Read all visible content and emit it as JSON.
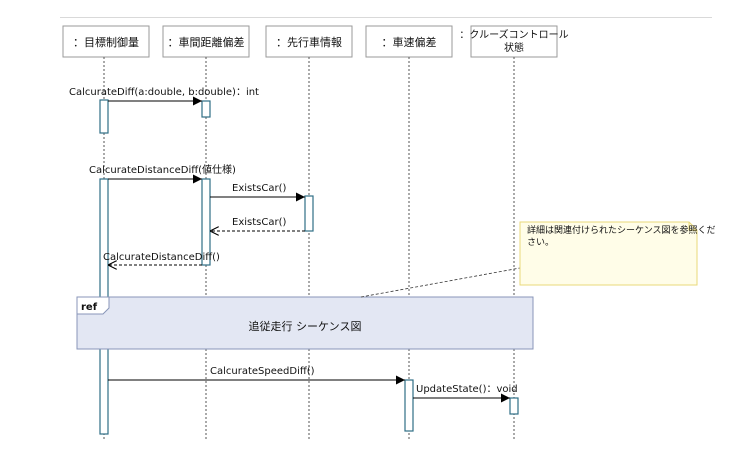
{
  "lifelines": [
    {
      "id": "target",
      "label": "：目標制御量"
    },
    {
      "id": "dist",
      "label": "：車間距離偏差"
    },
    {
      "id": "prev",
      "label": "：先行車情報"
    },
    {
      "id": "speed",
      "label": "：車速偏差"
    },
    {
      "id": "cruise",
      "label": "：クルーズコントロール",
      "label2": "状態"
    }
  ],
  "messages": {
    "m1": "CalcurateDiff(a:double, b:double)：int",
    "m2": "CalcurateDistanceDiff(値仕様)",
    "m3": "ExistsCar()",
    "m4": "ExistsCar()",
    "m5": "CalcurateDistanceDiff()",
    "m6": "CalcurateSpeedDiff()",
    "m7": "UpdateState()：void"
  },
  "note": {
    "line1": "詳細は関連付けられたシーケンス図を参照くだ",
    "line2": "さい。"
  },
  "ref_frame": {
    "tag": "ref",
    "text": "追従走行 シーケンス図"
  },
  "colors": {
    "activation_border": "#2f6f86",
    "ref_fill": "#e3e7f3",
    "ref_border": "#8896b8",
    "note_fill": "#fffde8",
    "note_border": "#e9d97a",
    "box_border": "#9a9a9a"
  }
}
